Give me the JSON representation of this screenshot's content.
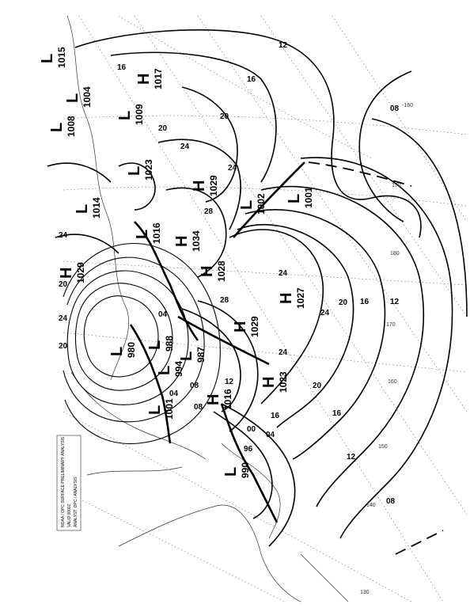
{
  "map": {
    "caption_lines": [
      "NOAA / OPC  SURFACE PRELIMINARY ANALYSIS",
      "VALID 0000Z",
      "ANALYST: OPC / ANALYSIS"
    ],
    "lon_labels": [
      "-160",
      "170",
      "180",
      "170",
      "160",
      "150",
      "140",
      "130"
    ],
    "isobar_labels": [
      "16",
      "12",
      "16",
      "20",
      "20",
      "24",
      "24",
      "28",
      "28",
      "24",
      "24",
      "20",
      "16",
      "12",
      "08",
      "24",
      "20",
      "16",
      "12",
      "08",
      "04",
      "00",
      "96",
      "04",
      "08",
      "12",
      "16",
      "20",
      "24",
      "20",
      "24",
      "08",
      "04"
    ],
    "centers": [
      {
        "type": "H",
        "value": "1017"
      },
      {
        "type": "L",
        "value": "1009"
      },
      {
        "type": "L",
        "value": "1023"
      },
      {
        "type": "H",
        "value": "1029"
      },
      {
        "type": "L",
        "value": "1002"
      },
      {
        "type": "L",
        "value": "1001"
      },
      {
        "type": "L",
        "value": "1016"
      },
      {
        "type": "H",
        "value": "1034"
      },
      {
        "type": "H",
        "value": "1028"
      },
      {
        "type": "H",
        "value": "1027"
      },
      {
        "type": "H",
        "value": "1029"
      },
      {
        "type": "L",
        "value": "980"
      },
      {
        "type": "L",
        "value": "988"
      },
      {
        "type": "L",
        "value": "987"
      },
      {
        "type": "L",
        "value": "994"
      },
      {
        "type": "H",
        "value": "1023"
      },
      {
        "type": "L",
        "value": "1001"
      },
      {
        "type": "H",
        "value": "1016"
      },
      {
        "type": "L",
        "value": "990"
      },
      {
        "type": "H",
        "value": "1029"
      },
      {
        "type": "L",
        "value": "1014"
      },
      {
        "type": "L",
        "value": "1015"
      },
      {
        "type": "L",
        "value": "1004"
      },
      {
        "type": "L",
        "value": "1008"
      }
    ]
  }
}
